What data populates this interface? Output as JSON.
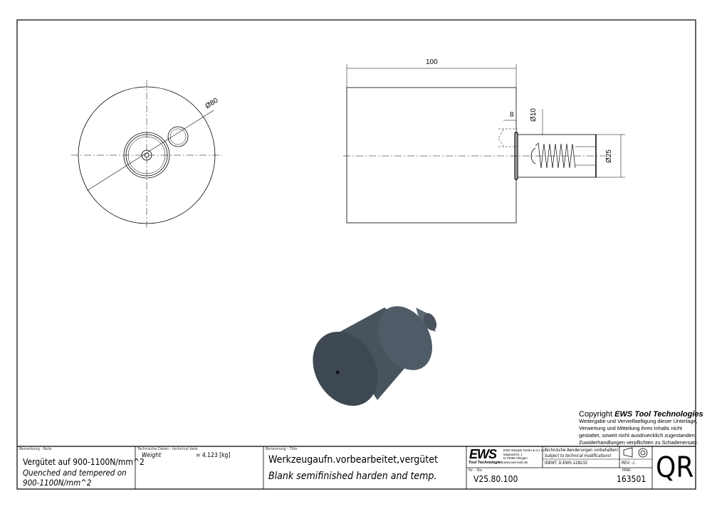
{
  "dimensions": {
    "length": "100",
    "front_diameter": "Ø80",
    "chamfer": "8",
    "bore_diameter": "Ø10",
    "shank_diameter": "Ø25"
  },
  "copyright": {
    "prefix": "Copyright",
    "brand": "EWS Tool Technologies",
    "lines": [
      "Weitergabe und Vervielfaeltigung dieser Unterlage,",
      "Verwertung und Mitteilung ihres Inhalts nicht",
      "gestattet, soweit nicht ausdruecklich zugestanden.",
      "Zuwiderhandlungen verpflichten zu Schadenersatz."
    ]
  },
  "title_block": {
    "note_label": "Bemerkung - Note",
    "note_de": "Vergütet auf 900-1100N/mm^2",
    "note_en_1": "Quenched and tempered on",
    "note_en_2": "900-1100N/mm^2",
    "tech_label": "Technische Daten - technical data",
    "weight_label": "Weight",
    "weight_value": "=  4.123 [kg]",
    "title_label": "Benennung - Title",
    "title_de": "Werkzeugaufn.vorbearbeitet,vergütet",
    "title_en": "Blank semifinished harden and temp.",
    "logo_text": "EWS",
    "logo_sub": "Tool Technologies",
    "company_lines": [
      "EWS Weigele GmbH & Co. KG",
      "Maybachstr. 1",
      "D-73066 Uhingen",
      "www.ews-tools.de"
    ],
    "changes_de": "Technische Aenderungen vorbehalten!",
    "changes_en": "Subject to technical modifications!",
    "ident": "IDENT:  D-EWS-128232",
    "rev": "REV:  -/-",
    "nr_label": "Nr. - No.",
    "nr_value": "V25.80.100",
    "mnr_label": "MNR.",
    "mnr_value": "163501",
    "qr": "QR"
  },
  "colors": {
    "line": "#000000",
    "model": "#48535d",
    "model_light": "#5d6974"
  }
}
